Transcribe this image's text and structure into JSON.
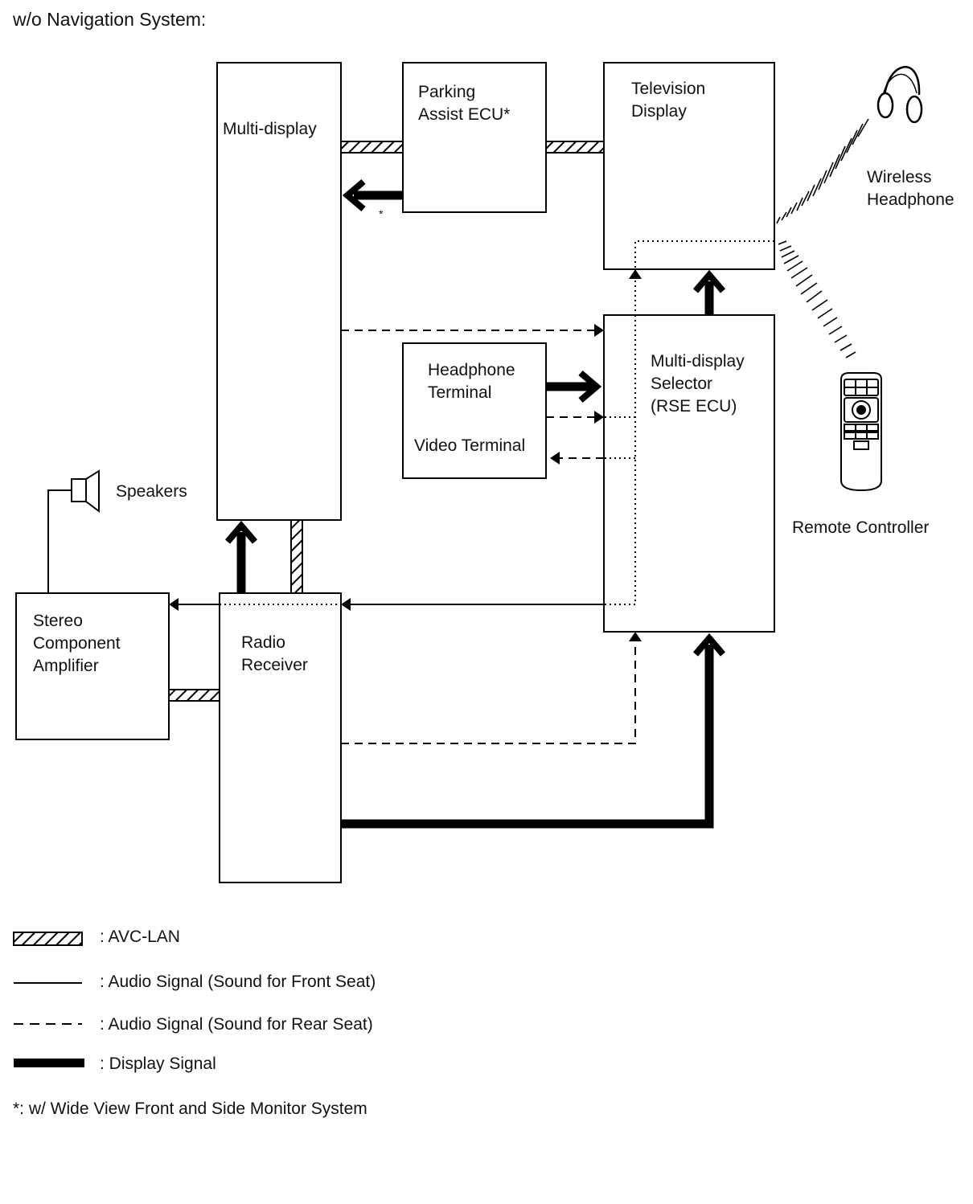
{
  "title": "w/o Navigation System:",
  "components": {
    "multi_display": "Multi-display",
    "parking_assist_ecu": "Parking\nAssist ECU*",
    "television_display": "Television\nDisplay",
    "wireless_headphone": "Wireless\nHeadphone",
    "headphone_terminal": "Headphone\nTerminal",
    "video_terminal": "Video Terminal",
    "multi_display_selector": "Multi-display\nSelector\n(RSE ECU)",
    "remote_controller": "Remote Controller",
    "speakers": "Speakers",
    "stereo_component_amplifier": "Stereo\nComponent\nAmplifier",
    "radio_receiver": "Radio\nReceiver",
    "asterisk_mark": "*"
  },
  "legend": [
    {
      "type": "avc-lan",
      "label": ": AVC-LAN"
    },
    {
      "type": "audio-front",
      "label": ": Audio Signal (Sound for Front Seat)"
    },
    {
      "type": "audio-rear",
      "label": ": Audio Signal (Sound for Rear Seat)"
    },
    {
      "type": "display",
      "label": ": Display Signal"
    }
  ],
  "footnote": "*: w/ Wide View Front and Side Monitor System"
}
